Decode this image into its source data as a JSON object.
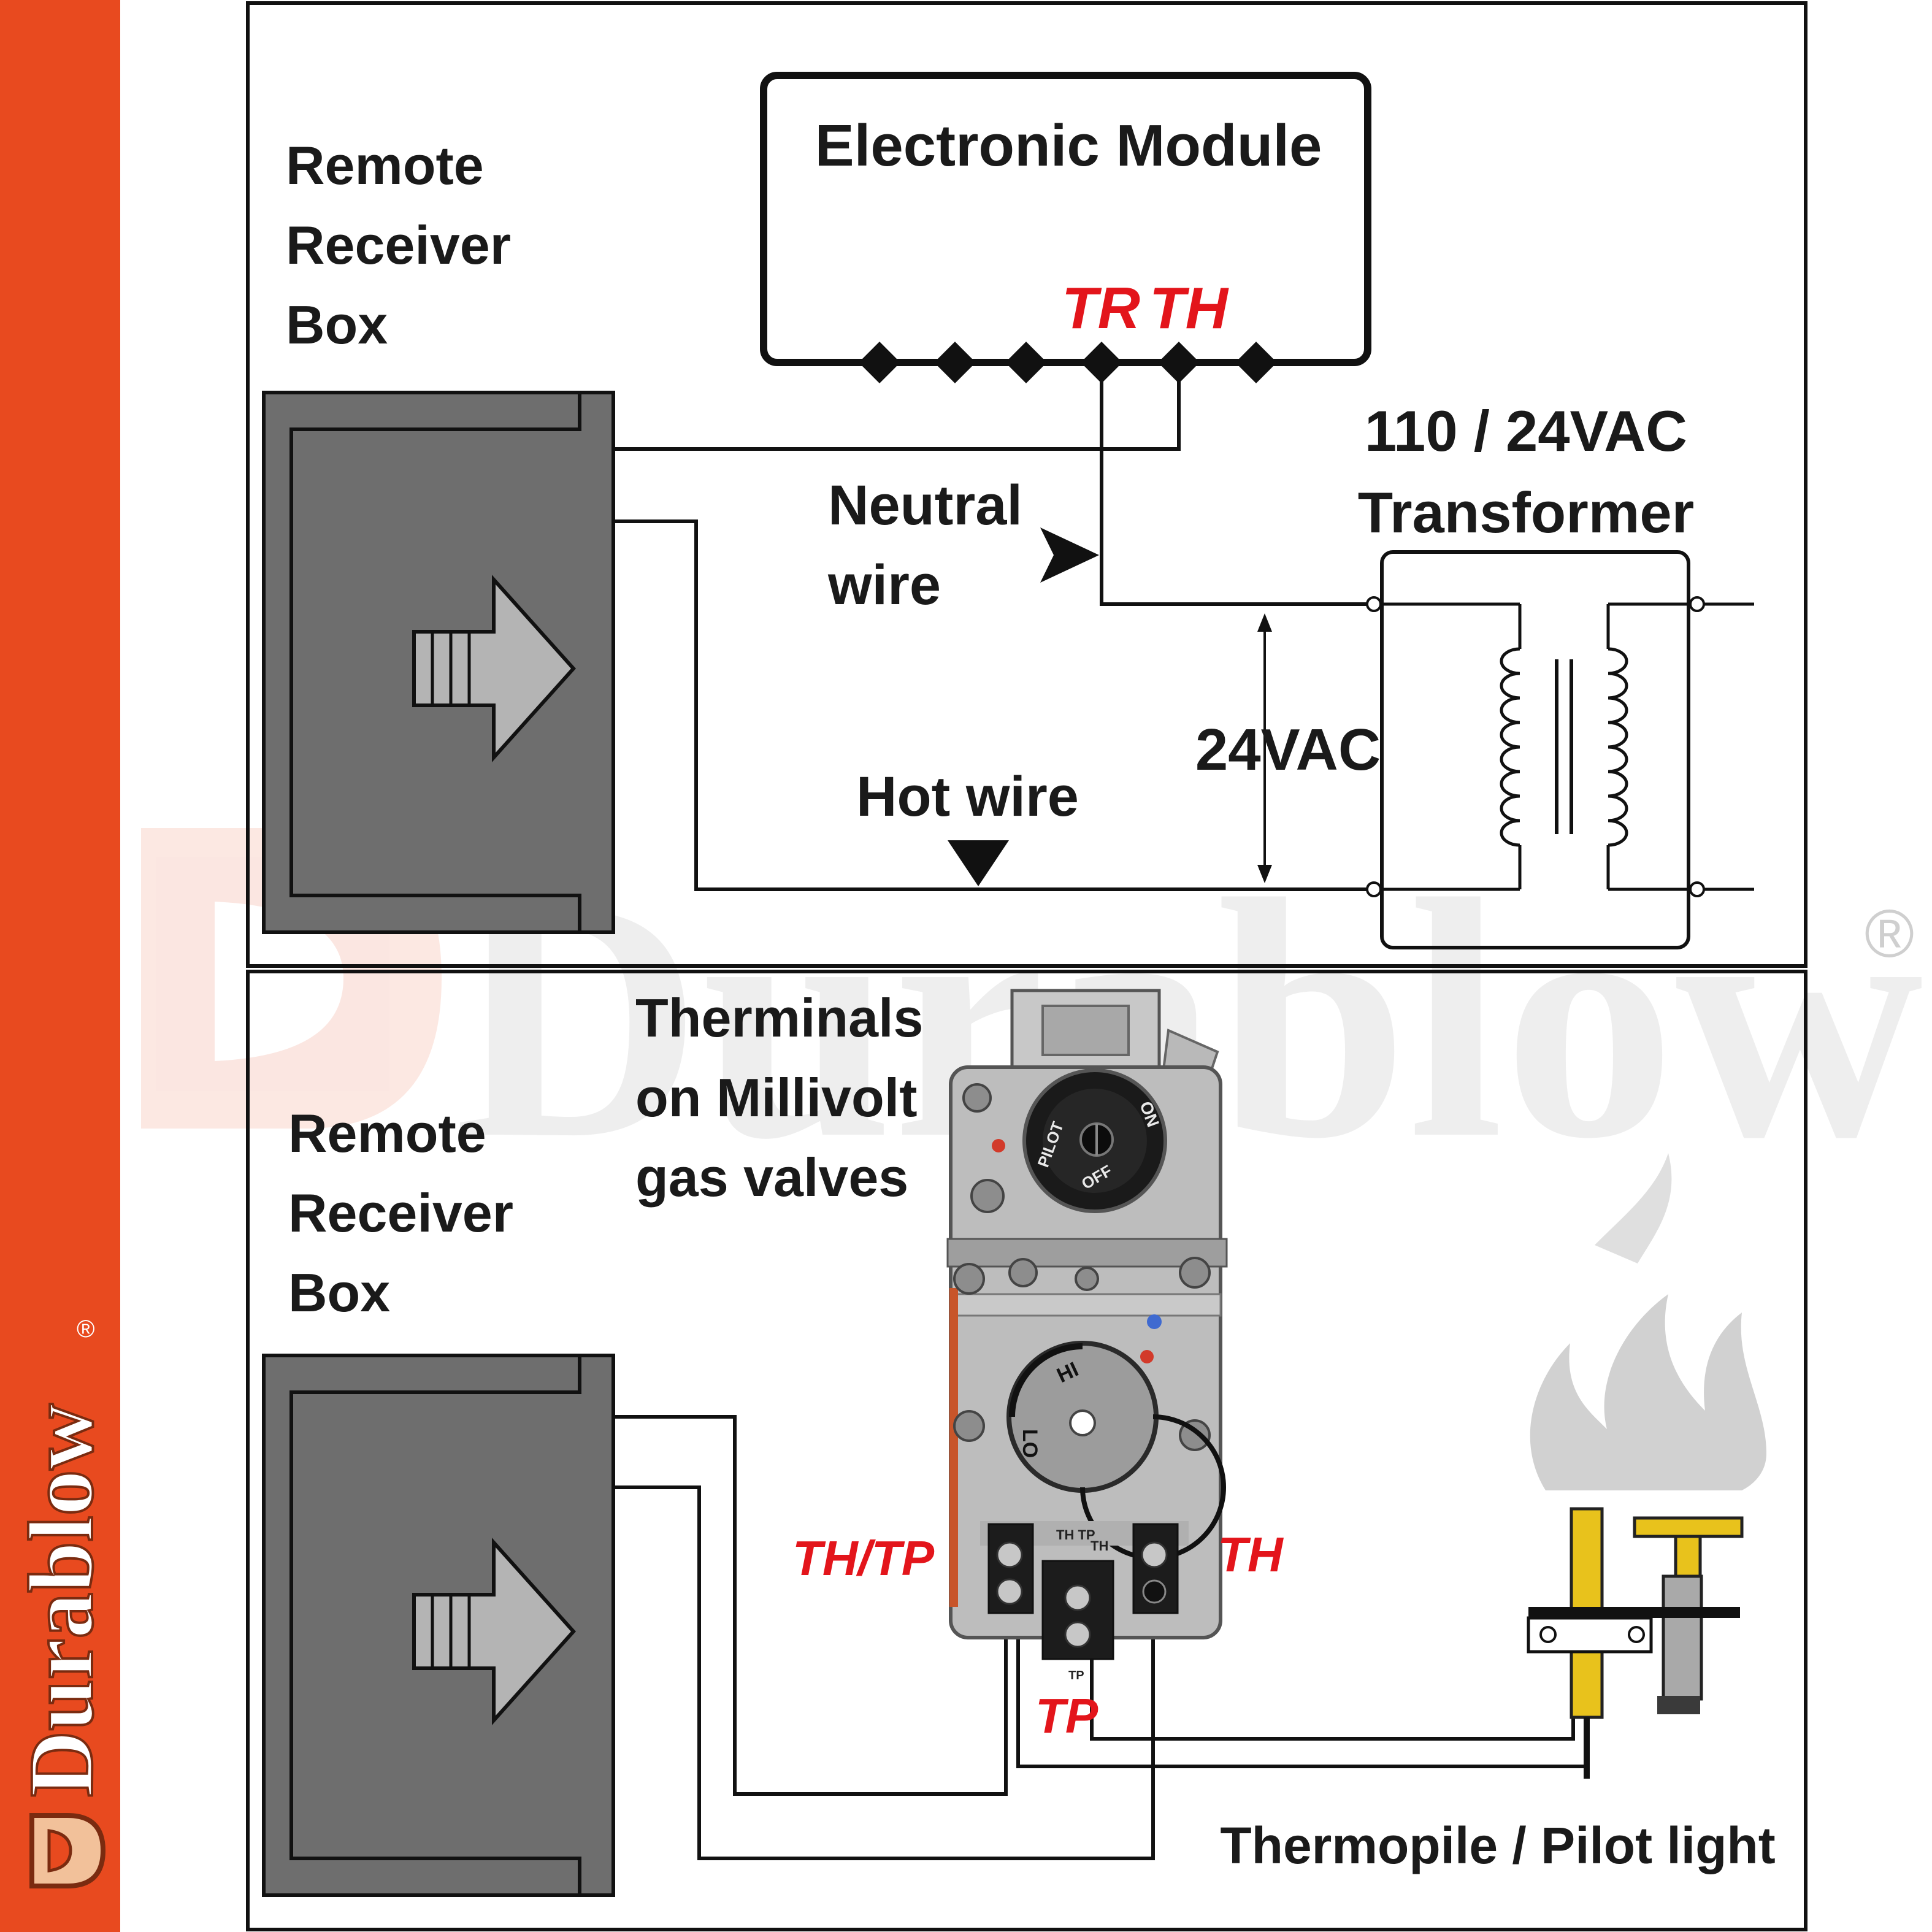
{
  "brand": {
    "name": "Durablow",
    "registered_mark": "®",
    "accent_color": "#e84a1f"
  },
  "top_panel": {
    "receiver_box_label": [
      "Remote",
      "Receiver",
      "Box"
    ],
    "module_label": "Electronic Module",
    "terminal_labels": {
      "tr": "TR",
      "th": "TH"
    },
    "neutral_label": [
      "Neutral",
      "wire"
    ],
    "hot_label": "Hot wire",
    "transformer_label": [
      "110 / 24VAC",
      "Transformer"
    ],
    "voltage_label": "24VAC"
  },
  "bottom_panel": {
    "receiver_box_label": [
      "Remote",
      "Receiver",
      "Box"
    ],
    "valve_label": [
      "Therminals",
      "on Millivolt",
      "gas valves"
    ],
    "terminal_labels": {
      "thtp": "TH/TP",
      "th": "TH",
      "tp": "TP"
    },
    "valve_knob_text": {
      "on": "ON",
      "pilot": "PILOT",
      "off": "OFF",
      "hi": "HI",
      "lo": "LO"
    },
    "terminal_block_text": {
      "thtp": "TH TP",
      "th": "TH",
      "tp": "TP"
    },
    "thermopile_label": "Thermopile / Pilot light"
  },
  "colors": {
    "terminal_red": "#e3151b",
    "box_gray": "#6e6e6e",
    "pilot_yellow": "#e8c21c"
  }
}
